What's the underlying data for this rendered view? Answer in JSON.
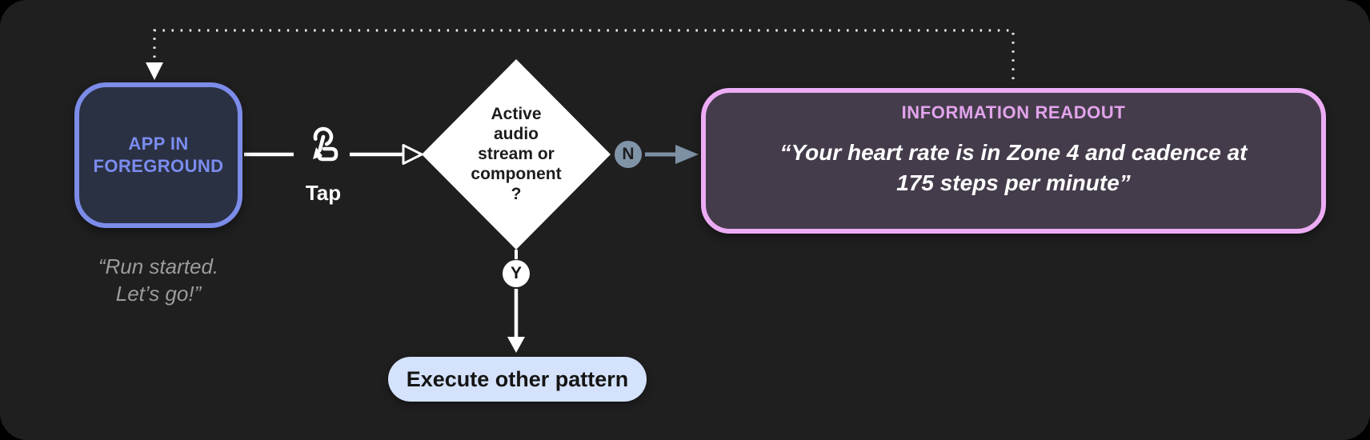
{
  "diagram": {
    "app_node": {
      "label": "APP IN FOREGROUND",
      "caption_lines": [
        "“Run started.",
        "Let’s go!”"
      ],
      "border_color": "#7B8CE9",
      "fill_color": "#2A3143",
      "label_color": "#7B8CEF"
    },
    "tap_step": {
      "icon": "tap-gesture-icon",
      "label": "Tap"
    },
    "decision_node": {
      "lines": [
        "Active",
        "audio",
        "stream or",
        "component",
        "?"
      ],
      "fill_color": "#FFFFFF",
      "text_color": "#1D1D1D"
    },
    "no_branch": {
      "label": "N",
      "badge_color": "#8094A8"
    },
    "yes_branch": {
      "label": "Y",
      "badge_color": "#FFFFFF"
    },
    "readout_node": {
      "title": "INFORMATION READOUT",
      "quote_lines": [
        "“Your heart rate is in Zone 4 and cadence at",
        "175 steps per minute”"
      ],
      "border_color": "#ECACF4",
      "fill_color": "#453C4B",
      "title_color": "#E2A4EC"
    },
    "execute_node": {
      "label": "Execute other pattern",
      "fill_color": "#D4E2FB",
      "text_color": "#151515"
    }
  }
}
